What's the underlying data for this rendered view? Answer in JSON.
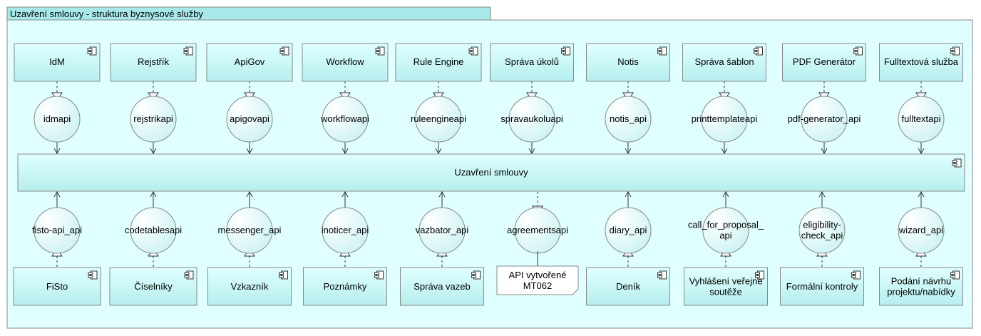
{
  "frame": {
    "title": "Uzavření smlouvy - struktura byznysové služby"
  },
  "central": {
    "label": "Uzavření smlouvy"
  },
  "top": [
    {
      "component": "IdM",
      "interface": "idmapi"
    },
    {
      "component": "Rejstřík",
      "interface": "rejstrikapi"
    },
    {
      "component": "ApiGov",
      "interface": "apigovapi"
    },
    {
      "component": "Workflow",
      "interface": "workflowapi"
    },
    {
      "component": "Rule Engine",
      "interface": "ruleengineapi"
    },
    {
      "component": "Správa úkolů",
      "interface": "spravaukoluapi"
    },
    {
      "component": "Notis",
      "interface": "notis_api"
    },
    {
      "component": "Správa šablon",
      "interface": "printtemplateapi"
    },
    {
      "component": "PDF Generátor",
      "interface": "pdf-generator_api"
    },
    {
      "component": "Fulltextová služba",
      "interface": "fulltextapi"
    }
  ],
  "bottom": [
    {
      "component": "FiSto",
      "interface": "fisto-api_api"
    },
    {
      "component": "Číselníky",
      "interface": "codetablesapi"
    },
    {
      "component": "Vzkazník",
      "interface": "messenger_api"
    },
    {
      "component": "Poznámky",
      "interface": "inoticer_api"
    },
    {
      "component": "Správa vazeb",
      "interface": "vazbator_api"
    },
    {
      "component": "",
      "interface": "agreementsapi"
    },
    {
      "component": "Deník",
      "interface": "diary_api"
    },
    {
      "component": "Vyhlášení veřejné\nsoutěže",
      "interface": "call_for_proposal_\napi"
    },
    {
      "component": "Formální kontroly",
      "interface": "eligibility-\ncheck_api"
    },
    {
      "component": "Podání návrhu\nprojektu/nabídky",
      "interface": "wizard_api"
    }
  ],
  "note": {
    "text": "API vytvořené\nMT062"
  },
  "colors": {
    "frame_fill": "#E0FFFF",
    "tab_fill": "#A7E9E9",
    "stroke": "#888888",
    "component_fill_top": "#E0FFFF",
    "component_fill_bottom": "#B6EEEE",
    "note_fill": "#FFFFFF"
  },
  "icons": {
    "component": "component-icon"
  }
}
